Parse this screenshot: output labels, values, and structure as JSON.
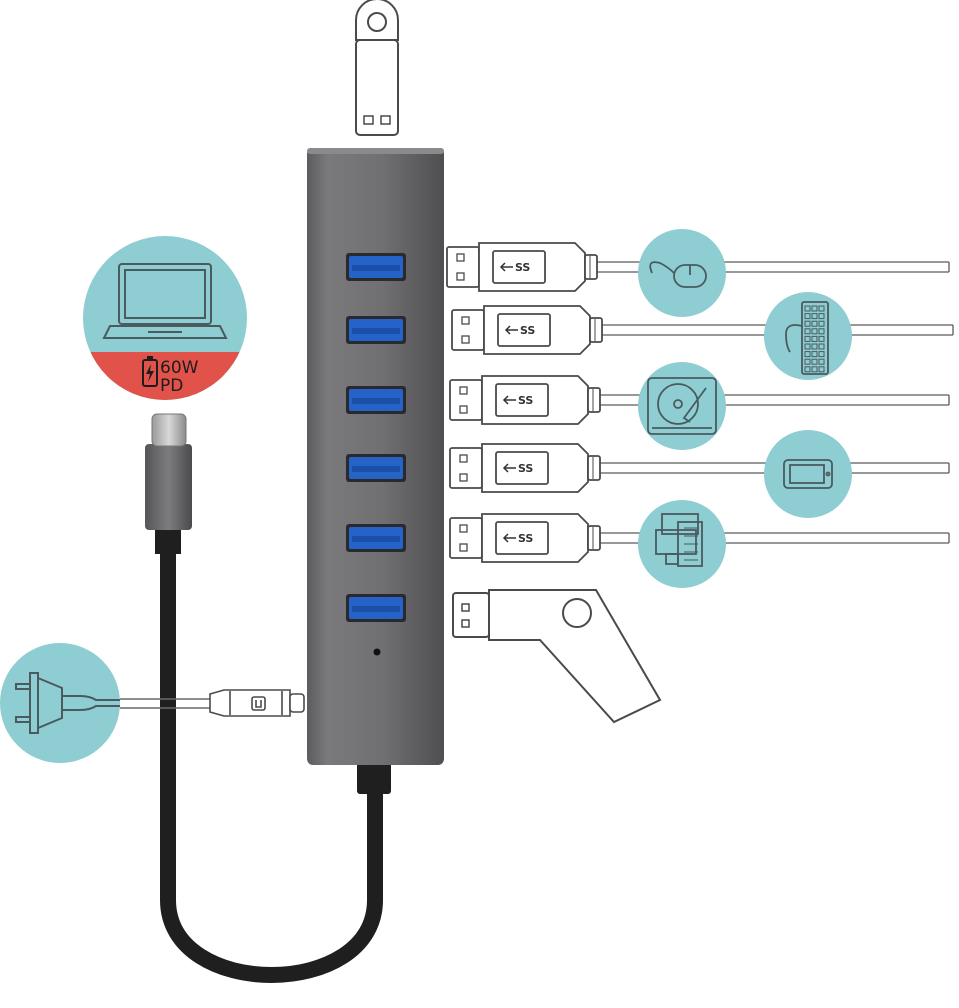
{
  "diagram": {
    "colors": {
      "teal_circle": "#8ecdd2",
      "power_red": "#e0524a",
      "hub_body": "#6e6e70",
      "port_blue": "#2563c8",
      "cable_black": "#1f1f1f",
      "line_stroke": "#5a5a5a"
    },
    "laptop_badge": {
      "icon": "laptop-icon",
      "charge_icon": "battery-bolt-icon",
      "watt_label": "60W",
      "pd_label": "PD"
    },
    "hub": {
      "usb_port_count": 6,
      "status_led": "led-indicator"
    },
    "connections": [
      {
        "port": 1,
        "connector": "usb-a-plug",
        "symbol": "SS",
        "device_icon": "mouse-icon"
      },
      {
        "port": 2,
        "connector": "usb-a-plug",
        "symbol": "SS",
        "device_icon": "keyboard-icon"
      },
      {
        "port": 3,
        "connector": "usb-a-plug",
        "symbol": "SS",
        "device_icon": "hard-drive-icon"
      },
      {
        "port": 4,
        "connector": "usb-a-plug",
        "symbol": "SS",
        "device_icon": "smartphone-icon"
      },
      {
        "port": 5,
        "connector": "usb-a-plug",
        "symbol": "SS",
        "device_icon": "printer-icon"
      },
      {
        "port": 6,
        "connector": "usb-flash-drive",
        "symbol": "",
        "device_icon": "flash-drive-icon"
      }
    ],
    "top_device": {
      "device_icon": "flash-drive-icon"
    },
    "power_input": {
      "plug_icon": "power-plug-icon",
      "connector": "usb-c-power-plug"
    },
    "host_cable": {
      "connector": "usb-c-plug"
    }
  }
}
